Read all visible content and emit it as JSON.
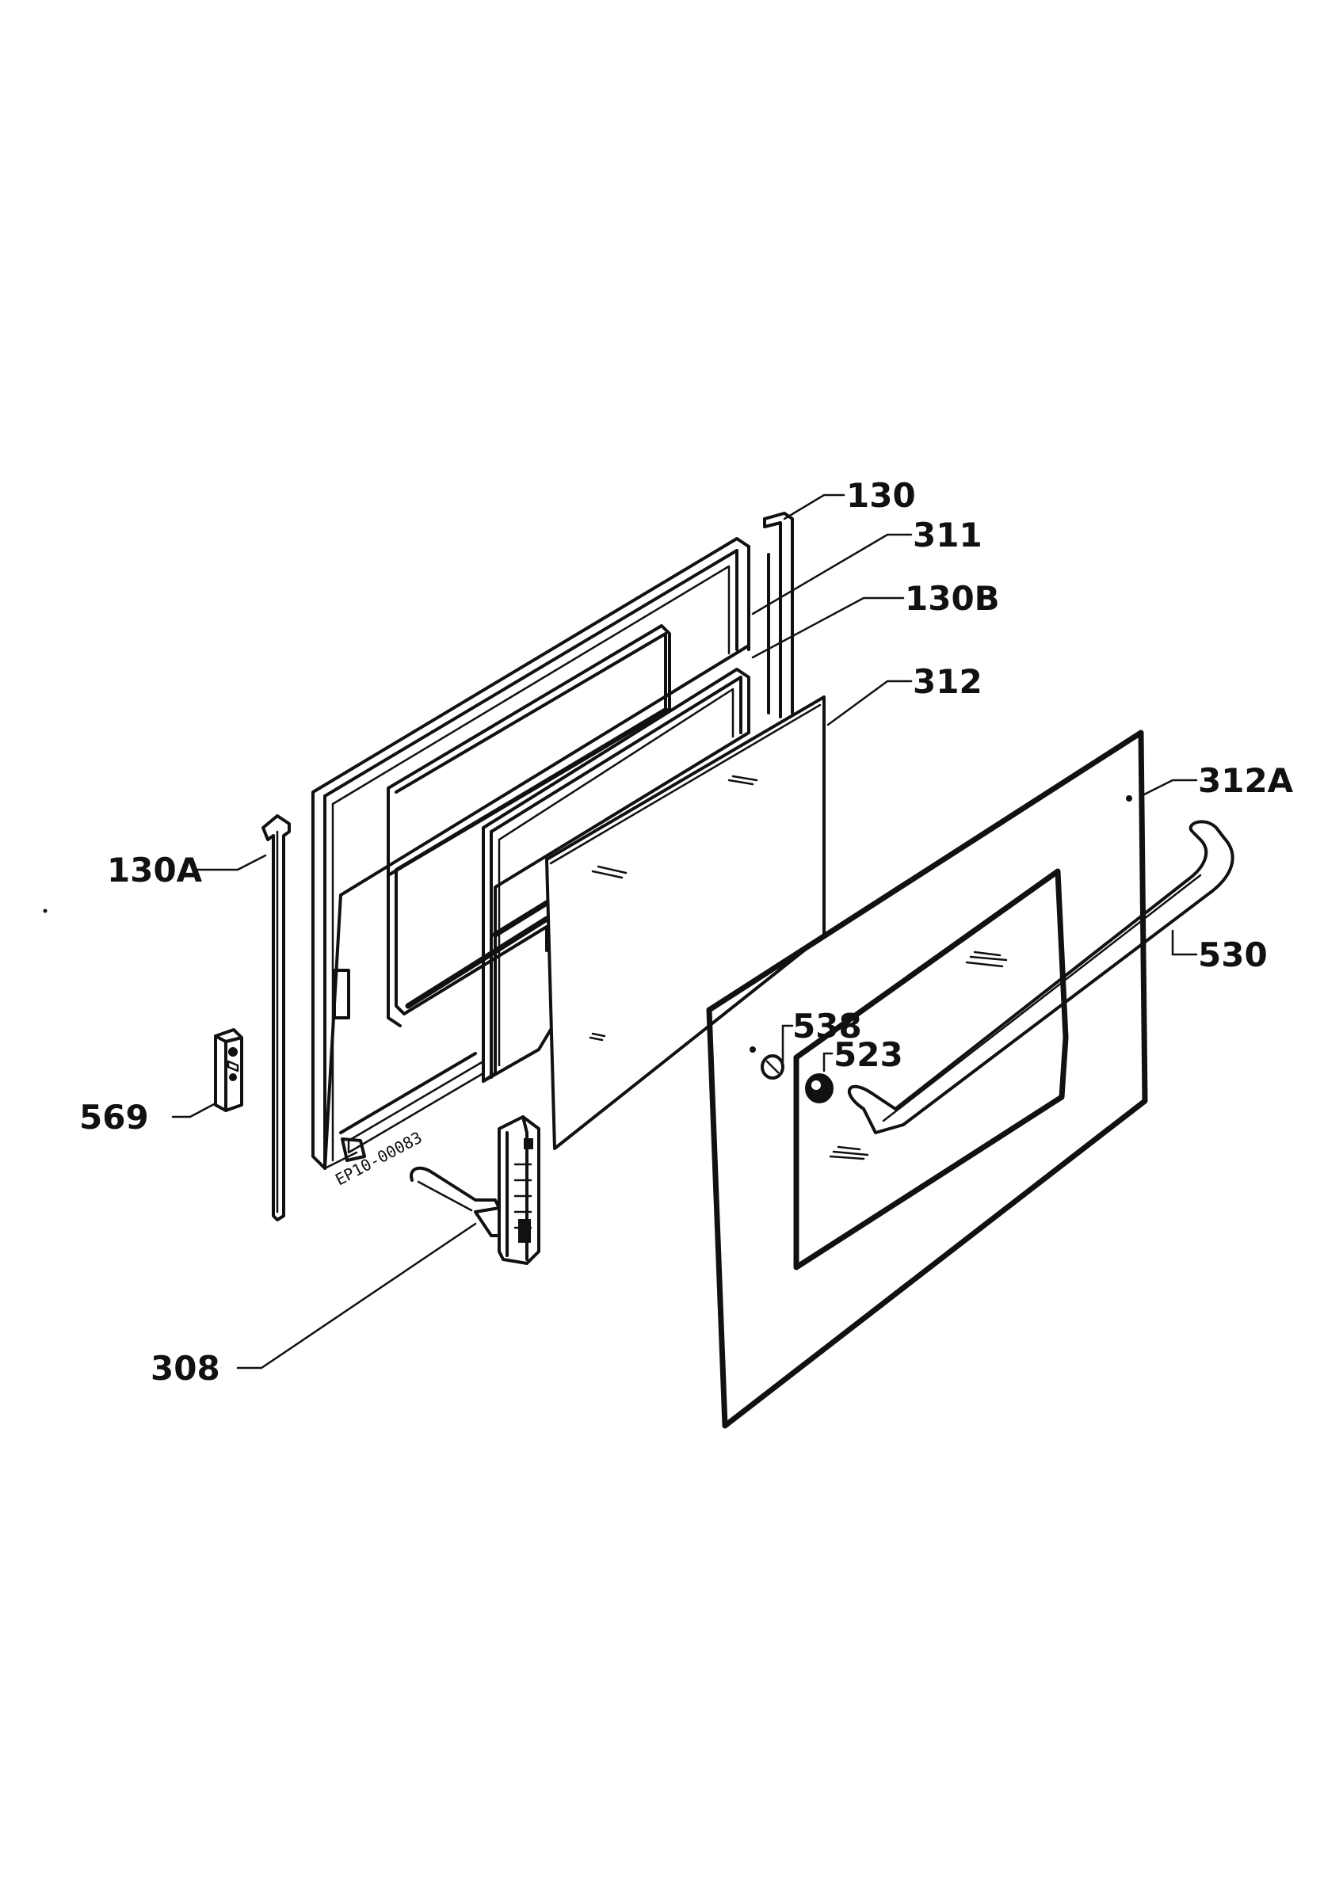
{
  "drawing": {
    "code": "EP10-00083"
  },
  "callouts": {
    "c130": "130",
    "c311": "311",
    "c130b": "130B",
    "c312": "312",
    "c312a": "312A",
    "c130a": "130A",
    "c530": "530",
    "c538": "538",
    "c523": "523",
    "c569": "569",
    "c308": "308"
  }
}
